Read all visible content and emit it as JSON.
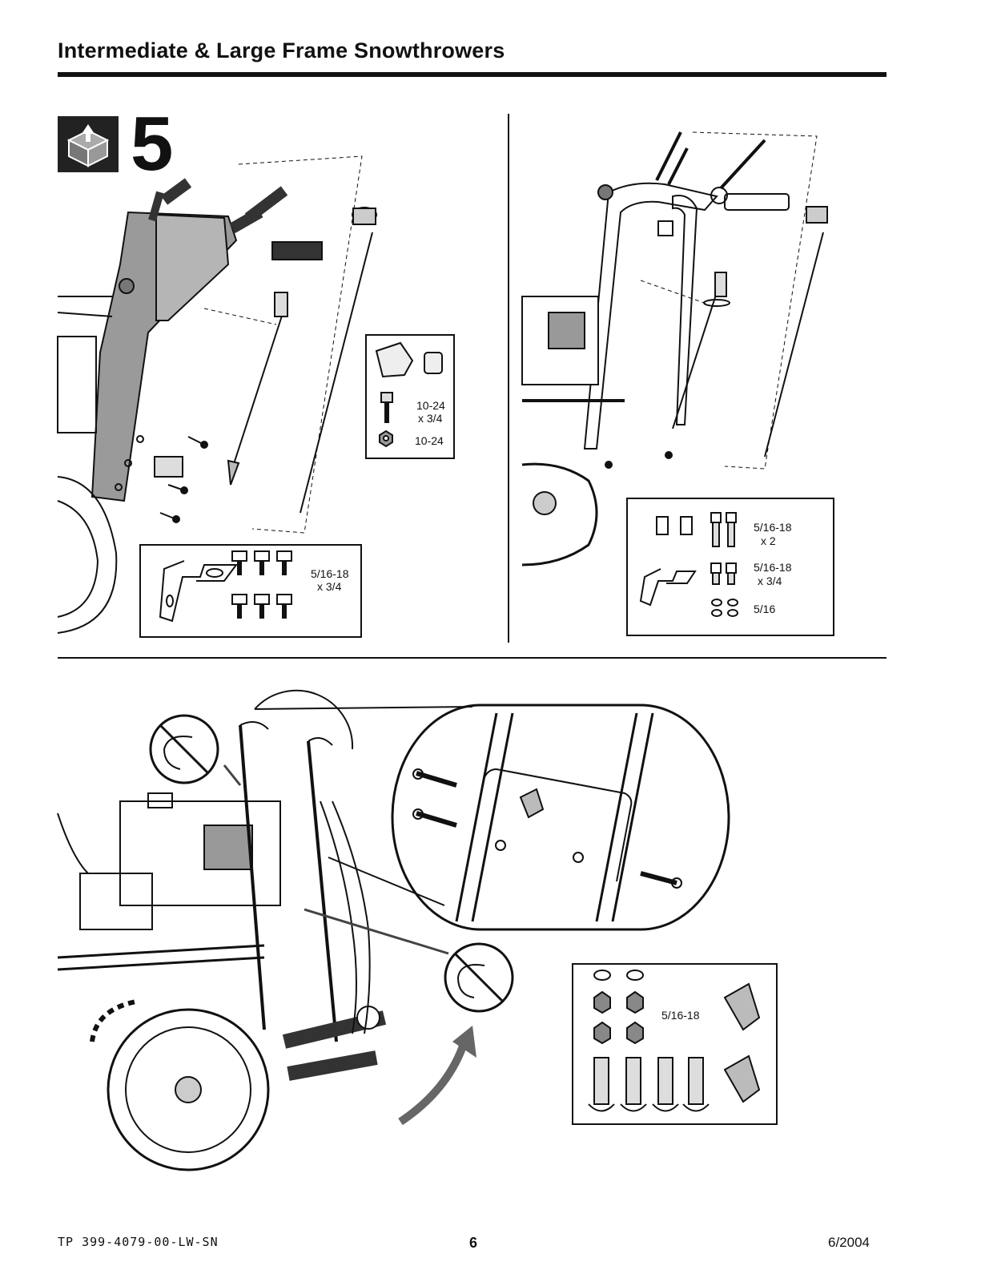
{
  "header": {
    "title": "Intermediate & Large Frame Snowthrowers"
  },
  "step": {
    "number": "5",
    "icon": "open-box-icon"
  },
  "panel_left": {
    "hardware_small": {
      "label_1": "10-24",
      "label_2": "x 3/4",
      "label_3": "10-24"
    },
    "hardware_bracket": {
      "label_1": "5/16-18",
      "label_2": "x 3/4"
    }
  },
  "panel_right": {
    "hardware": {
      "label_1": "5/16-18",
      "label_2": "x 2",
      "label_3": "5/16-18",
      "label_4": "x 3/4",
      "label_5": "5/16"
    }
  },
  "panel_bottom": {
    "hardware": {
      "label_1": "5/16-18"
    }
  },
  "footer": {
    "doc_number": "TP 399-4079-00-LW-SN",
    "page_number": "6",
    "date": "6/2004"
  }
}
